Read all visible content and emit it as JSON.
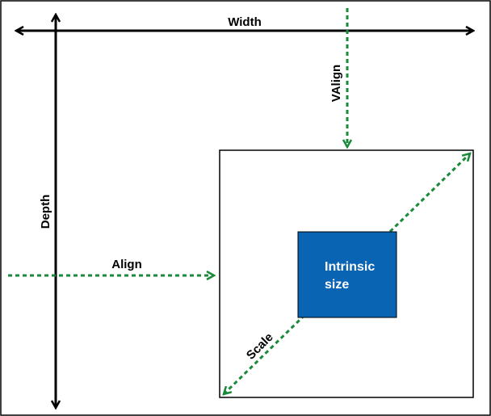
{
  "labels": {
    "width": "Width",
    "depth": "Depth",
    "valign": "VAlign",
    "align": "Align",
    "scale": "Scale",
    "intrinsic_line1": "Intrinsic",
    "intrinsic_line2": "size"
  },
  "colors": {
    "outline": "#000000",
    "guide": "#1a8a3a",
    "intrinsic_fill": "#0a64b4",
    "intrinsic_text": "#ffffff"
  }
}
